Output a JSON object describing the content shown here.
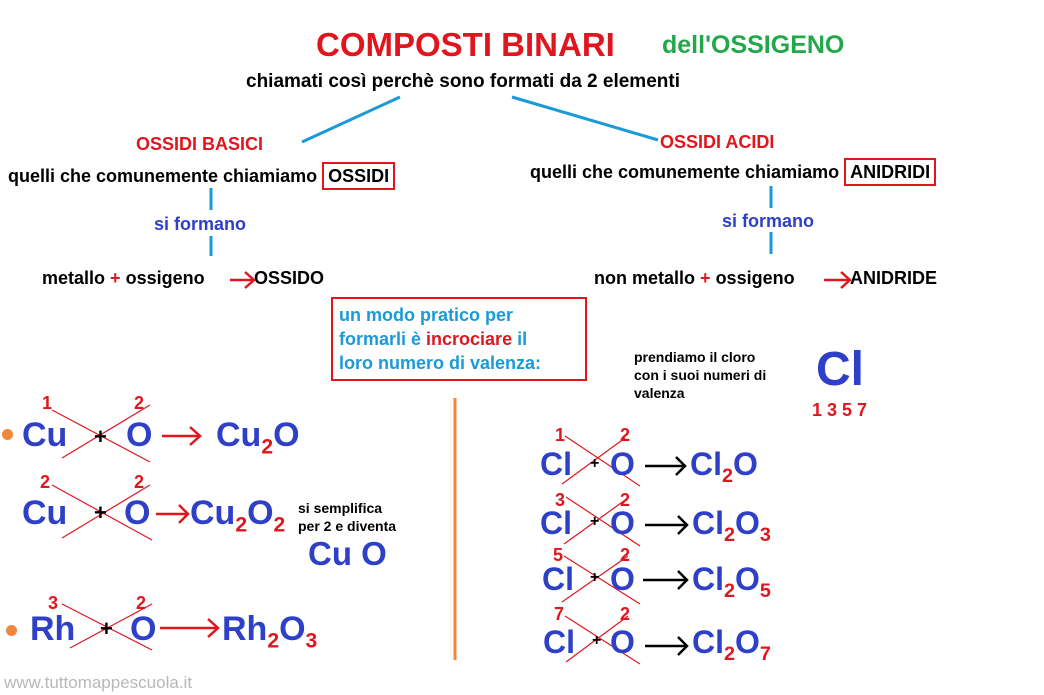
{
  "title": {
    "main": "COMPOSTI BINARI",
    "secondary": "dell'OSSIGENO"
  },
  "subtitle": "chiamati così perchè sono formati da 2 elementi",
  "left": {
    "heading": "OSSIDI BASICI",
    "desc_prefix": "quelli che comunemente chiamiamo",
    "desc_box": "OSSIDI",
    "forms": "si formano",
    "reaction_a": "metallo",
    "plus": "+",
    "reaction_b": "ossigeno",
    "reaction_result": "OSSIDO"
  },
  "right": {
    "heading": "OSSIDI ACIDI",
    "desc_prefix": "quelli che comunemente chiamiamo",
    "desc_box": "ANIDRIDI",
    "forms": "si formano",
    "reaction_a": "non metallo",
    "plus": "+",
    "reaction_b": "ossigeno",
    "reaction_result": "ANIDRIDE"
  },
  "tip": {
    "line1": "un modo pratico per",
    "line2_a": "formarli è ",
    "line2_b": "incrociare",
    "line2_c": " il",
    "line3": "loro numero di valenza:"
  },
  "chlorine_note": {
    "line1": "prendiamo il cloro",
    "line2": "con i suoi numeri di",
    "line3": "valenza",
    "symbol": "Cl",
    "valences": "1 3 5 7"
  },
  "simplify_note": {
    "line1": "si semplifica",
    "line2": "per 2 e diventa",
    "result": "Cu O"
  },
  "left_examples": [
    {
      "v1": "1",
      "el": "Cu",
      "v2": "2",
      "o": "O",
      "prod_el": "Cu",
      "prod_sub1": "2",
      "prod_o": "O",
      "prod_sub2": ""
    },
    {
      "v1": "2",
      "el": "Cu",
      "v2": "2",
      "o": "O",
      "prod_el": "Cu",
      "prod_sub1": "2",
      "prod_o": "O",
      "prod_sub2": "2"
    },
    {
      "v1": "3",
      "el": "Rh",
      "v2": "2",
      "o": "O",
      "prod_el": "Rh",
      "prod_sub1": "2",
      "prod_o": "O",
      "prod_sub2": "3"
    }
  ],
  "right_examples": [
    {
      "v1": "1",
      "el": "Cl",
      "v2": "2",
      "o": "O",
      "prod_el": "Cl",
      "prod_sub1": "2",
      "prod_o": "O",
      "prod_sub2": ""
    },
    {
      "v1": "3",
      "el": "Cl",
      "v2": "2",
      "o": "O",
      "prod_el": "Cl",
      "prod_sub1": "2",
      "prod_o": "O",
      "prod_sub2": "3"
    },
    {
      "v1": "5",
      "el": "Cl",
      "v2": "2",
      "o": "O",
      "prod_el": "Cl",
      "prod_sub1": "2",
      "prod_o": "O",
      "prod_sub2": "5"
    },
    {
      "v1": "7",
      "el": "Cl",
      "v2": "2",
      "o": "O",
      "prod_el": "Cl",
      "prod_sub1": "2",
      "prod_o": "O",
      "prod_sub2": "7"
    }
  ],
  "watermark": "www.tuttomappescuola.it",
  "colors": {
    "red": "#e0161e",
    "green": "#22a84a",
    "blue": "#2e3fc8",
    "cyan": "#1a9ad6",
    "orange": "#f0883c"
  }
}
